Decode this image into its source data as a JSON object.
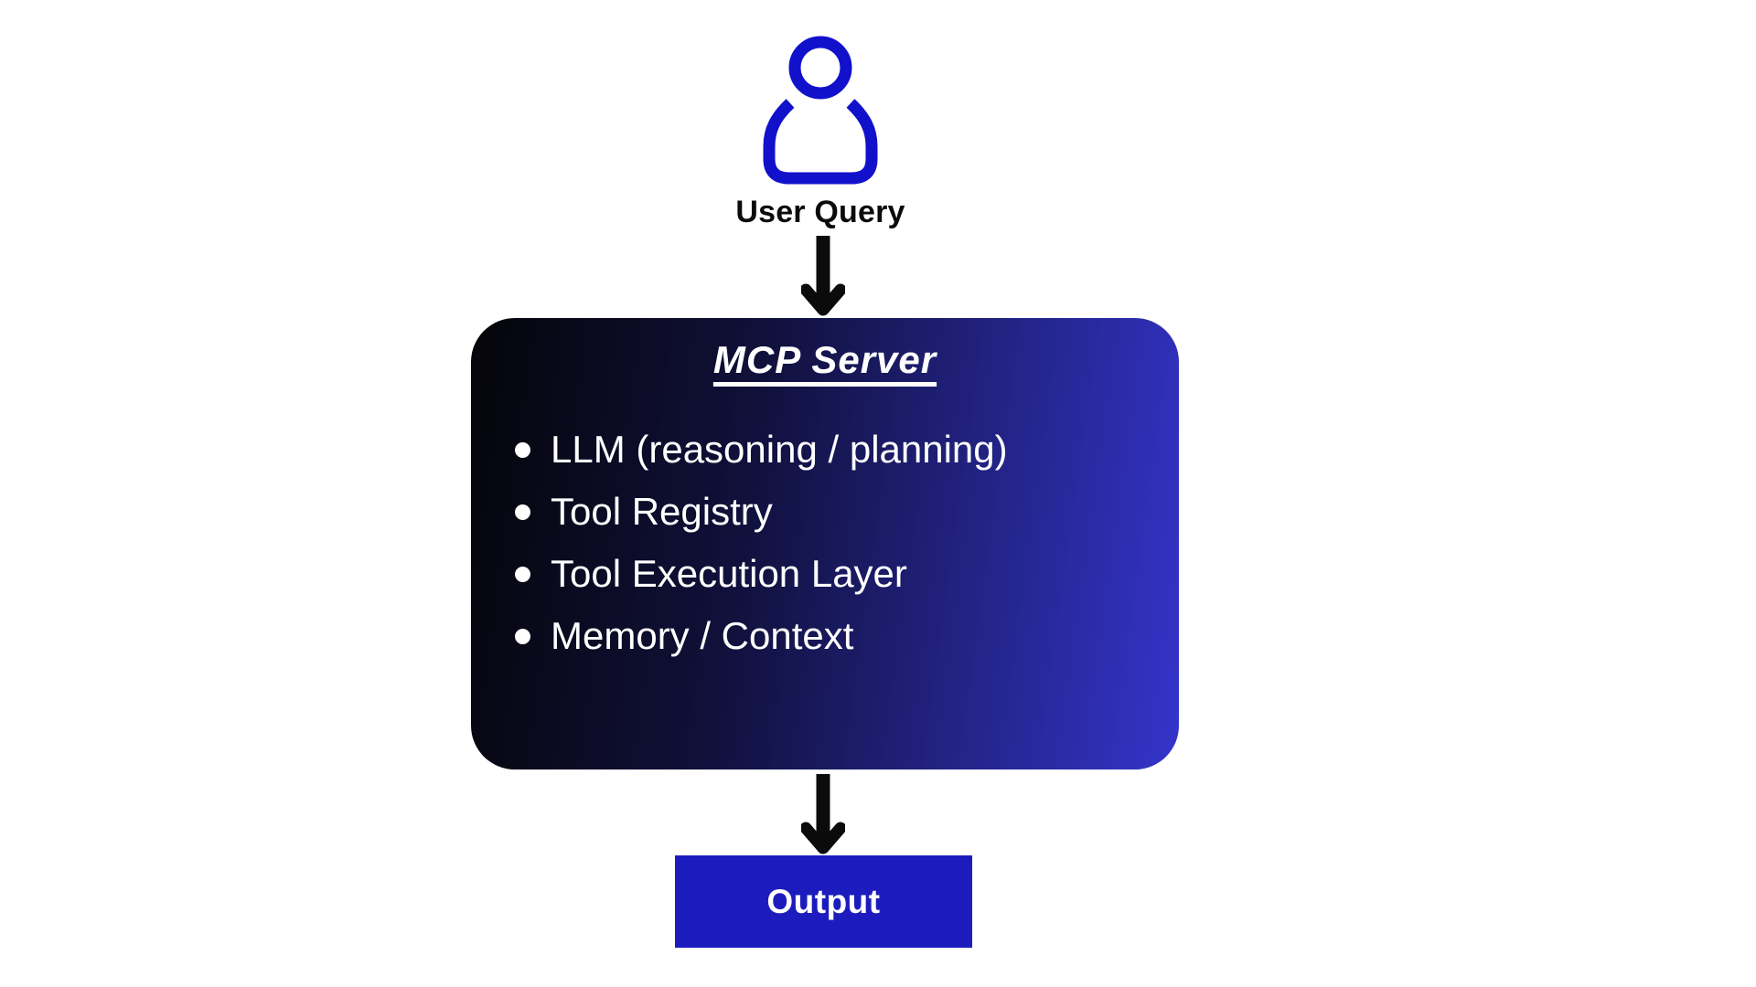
{
  "diagram": {
    "type": "flowchart",
    "background": "#ffffff"
  },
  "colors": {
    "icon_blue": "#1111cc",
    "output_blue": "#1c1cbe",
    "box_gradient_start": "#050509",
    "box_gradient_end": "#3434cb",
    "arrow_black": "#0b0b0b",
    "text_black": "#0b0b0b",
    "text_white": "#ffffff"
  },
  "user": {
    "icon": "person-icon",
    "label": "User Query"
  },
  "mcp_server": {
    "title": "MCP Server",
    "items": [
      "LLM (reasoning / planning)",
      "Tool Registry",
      "Tool Execution Layer",
      "Memory / Context"
    ]
  },
  "output": {
    "label": "Output"
  },
  "arrows": [
    {
      "from": "user-query",
      "to": "mcp-server",
      "direction": "down"
    },
    {
      "from": "mcp-server",
      "to": "output",
      "direction": "down"
    }
  ]
}
